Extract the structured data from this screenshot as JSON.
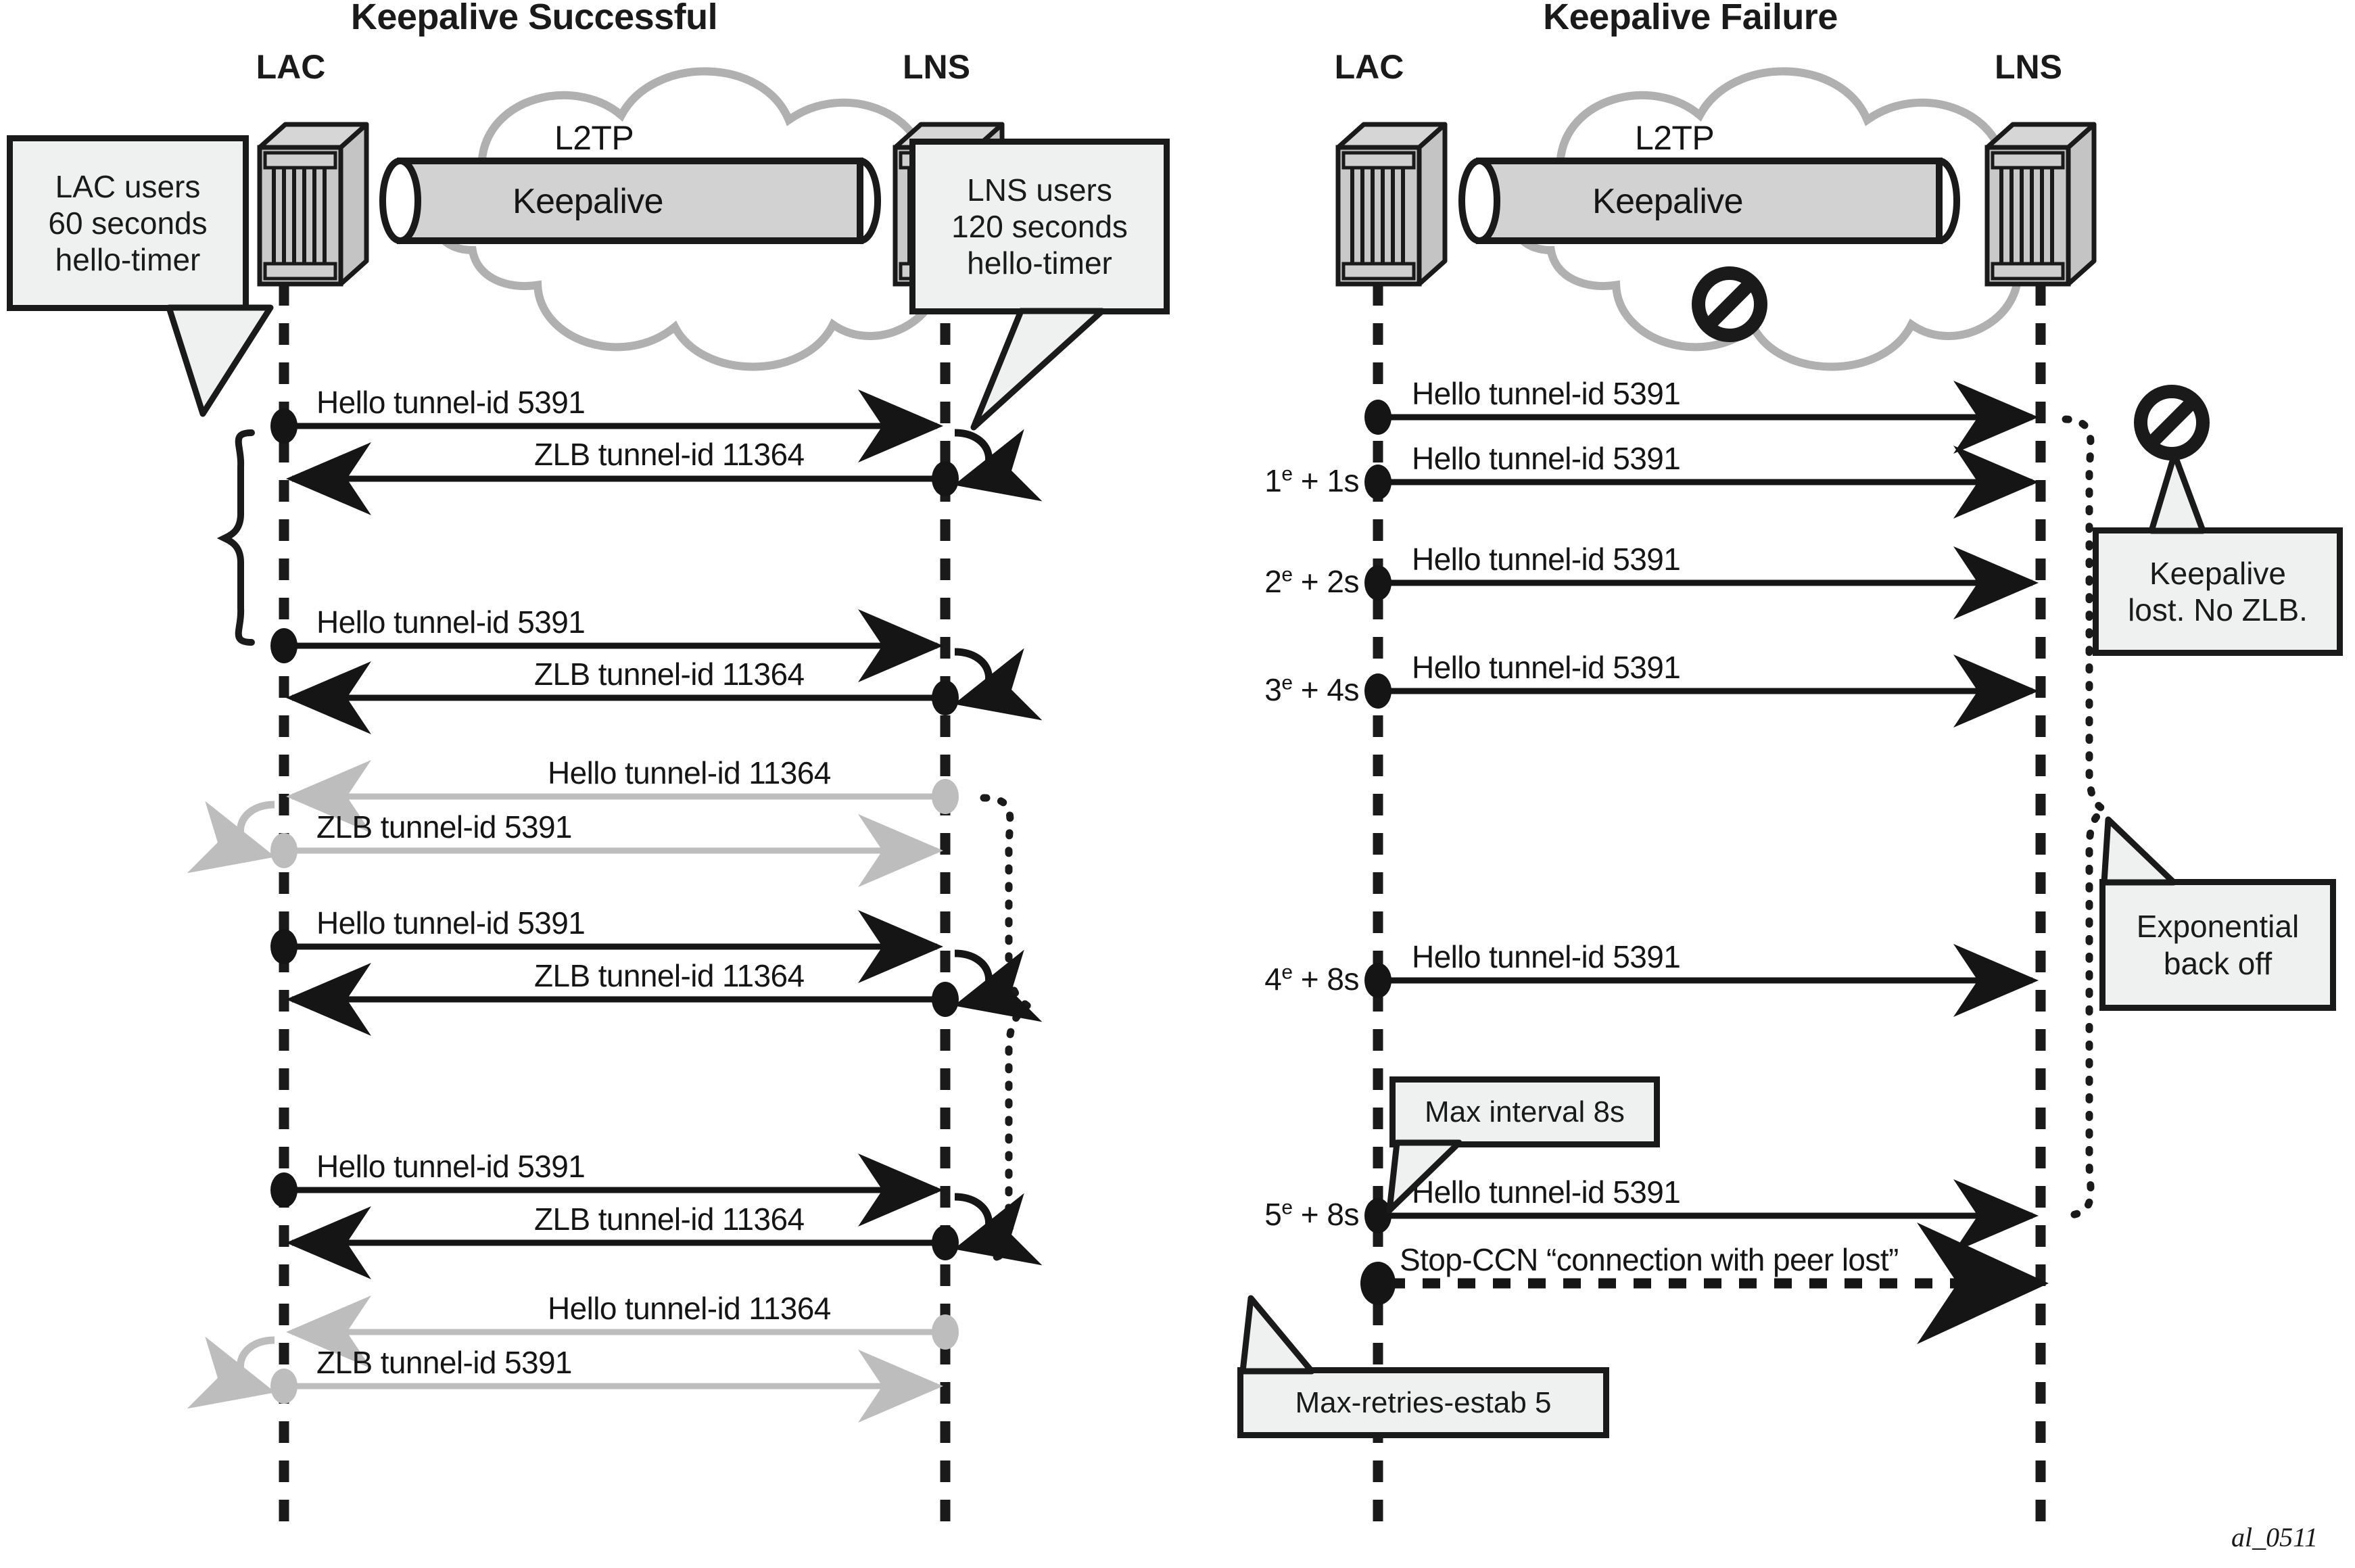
{
  "figure_id": "al_0511",
  "panels": [
    {
      "id": "successful",
      "title": "Keepalive Successful",
      "left_node": "LAC",
      "right_node": "LNS",
      "cloud_label": "L2TP",
      "tunnel_label": "Keepalive",
      "blocked": false,
      "callouts": [
        {
          "name": "lac-users-callout",
          "text": "LAC users\n60 seconds\nhello-timer"
        },
        {
          "name": "lns-users-callout",
          "text": "LNS users\n120 seconds\nhello-timer"
        }
      ],
      "messages": [
        {
          "label": "Hello tunnel-id 5391",
          "dir": "right",
          "color": "black",
          "loopback": false
        },
        {
          "label": "ZLB tunnel-id 11364",
          "dir": "left",
          "color": "black",
          "loopback": "right"
        },
        {
          "label": "Hello tunnel-id 5391",
          "dir": "right",
          "color": "black",
          "loopback": false
        },
        {
          "label": "ZLB tunnel-id 11364",
          "dir": "left",
          "color": "black",
          "loopback": "right"
        },
        {
          "label": "Hello tunnel-id 11364",
          "dir": "left",
          "color": "gray",
          "loopback": false
        },
        {
          "label": "ZLB tunnel-id 5391",
          "dir": "right",
          "color": "gray",
          "loopback": "left"
        },
        {
          "label": "Hello tunnel-id 5391",
          "dir": "right",
          "color": "black",
          "loopback": false
        },
        {
          "label": "ZLB tunnel-id 11364",
          "dir": "left",
          "color": "black",
          "loopback": "right"
        },
        {
          "label": "Hello tunnel-id 5391",
          "dir": "right",
          "color": "black",
          "loopback": false
        },
        {
          "label": "ZLB tunnel-id 11364",
          "dir": "left",
          "color": "black",
          "loopback": "right"
        },
        {
          "label": "Hello tunnel-id 11364",
          "dir": "left",
          "color": "gray",
          "loopback": false
        },
        {
          "label": "ZLB tunnel-id 5391",
          "dir": "right",
          "color": "gray",
          "loopback": "left"
        }
      ]
    },
    {
      "id": "failure",
      "title": "Keepalive Failure",
      "left_node": "LAC",
      "right_node": "LNS",
      "cloud_label": "L2TP",
      "tunnel_label": "Keepalive",
      "blocked": true,
      "callouts": [
        {
          "name": "keepalive-lost-callout",
          "text": "Keepalive\nlost. No ZLB."
        },
        {
          "name": "exponential-backoff-callout",
          "text": "Exponential\nback off"
        },
        {
          "name": "max-interval-callout",
          "text": "Max interval 8s"
        },
        {
          "name": "max-retries-callout",
          "text": "Max-retries-estab 5"
        }
      ],
      "messages": [
        {
          "time": "",
          "label": "Hello tunnel-id 5391",
          "dir": "right",
          "style": "solid"
        },
        {
          "time": "1ᵉ + 1s",
          "label": "Hello tunnel-id 5391",
          "dir": "right",
          "style": "solid"
        },
        {
          "time": "2ᵉ + 2s",
          "label": "Hello tunnel-id 5391",
          "dir": "right",
          "style": "solid"
        },
        {
          "time": "3ᵉ + 4s",
          "label": "Hello tunnel-id 5391",
          "dir": "right",
          "style": "solid"
        },
        {
          "time": "4ᵉ + 8s",
          "label": "Hello tunnel-id 5391",
          "dir": "right",
          "style": "solid"
        },
        {
          "time": "5ᵉ + 8s",
          "label": "Hello tunnel-id 5391",
          "dir": "right",
          "style": "solid"
        },
        {
          "time": "",
          "label": "Stop-CCN “connection with peer lost”",
          "dir": "right",
          "style": "dashed"
        }
      ]
    }
  ],
  "colors": {
    "ink": "#1a1a1a",
    "gray_arrow": "#bdbdbd",
    "cloud_stroke": "#b0b0b0",
    "device_face": "#c9c9c9",
    "device_top": "#d6d6d6",
    "callout_fill": "#eff1f0",
    "tunnel_fill": "#d2d2d2"
  }
}
